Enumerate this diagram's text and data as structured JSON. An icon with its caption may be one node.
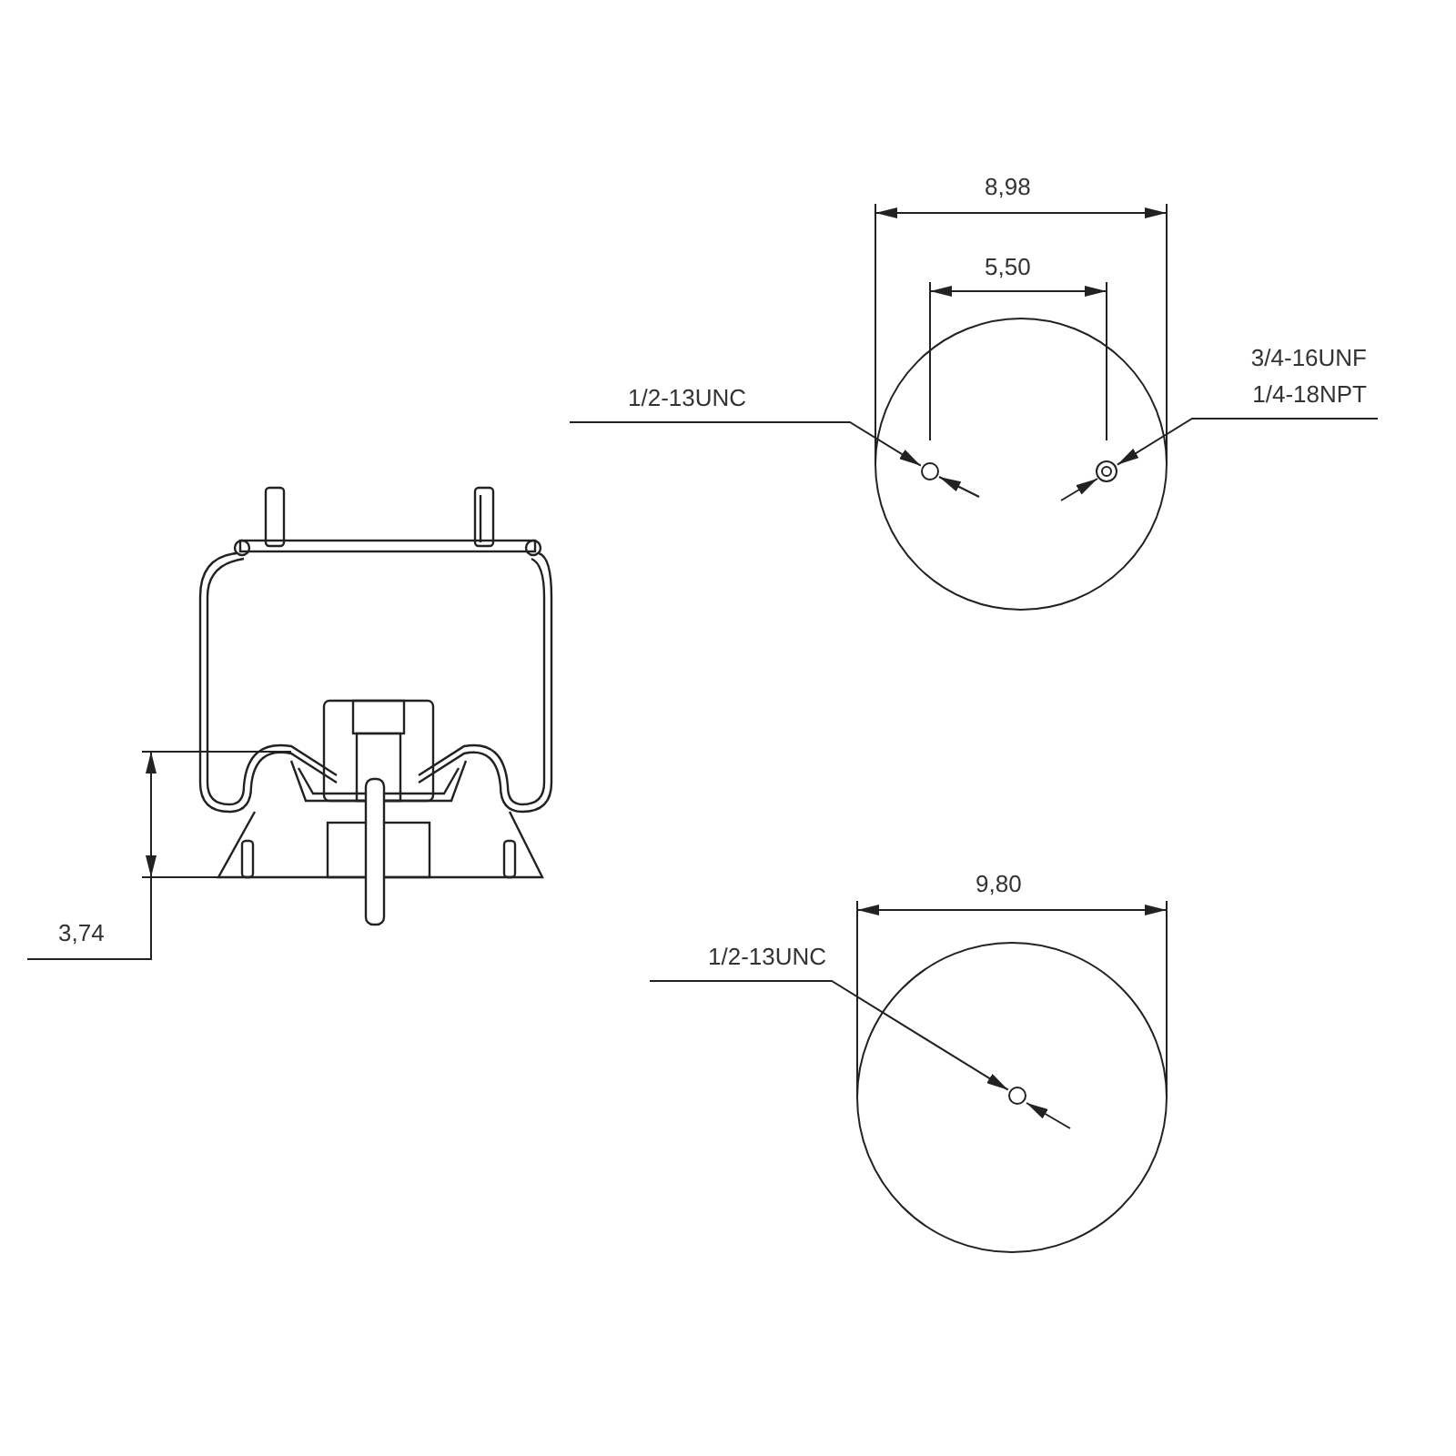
{
  "diagram": {
    "nodes": [
      {
        "text": [
          "1/2-13UNC"
        ]
      },
      {
        "text": [],
        "shape": "circle"
      },
      {
        "text": [
          "3/4-16UNF",
          "1/4-18NPT"
        ]
      },
      {
        "text": [],
        "shape": "circle"
      },
      {
        "text": [
          "1/2-13UNC"
        ]
      },
      {
        "text": [],
        "shape": "circle"
      }
    ],
    "edges": [
      {
        "from": 0,
        "to": 1,
        "arrow": "to"
      },
      {
        "from": 2,
        "to": 3,
        "arrow": "to"
      },
      {
        "from": 4,
        "to": 5,
        "arrow": "to"
      }
    ],
    "labels": [
      "8,98",
      "5,50",
      "3,74",
      "9,80"
    ]
  }
}
